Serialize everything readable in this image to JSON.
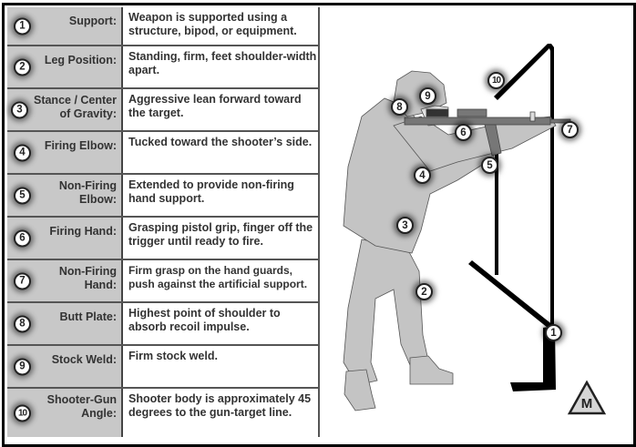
{
  "table": {
    "rows": [
      {
        "num": "1",
        "label": "Support:",
        "description": "Weapon is supported using a structure, bipod, or equipment."
      },
      {
        "num": "2",
        "label": "Leg Position:",
        "description": "Standing, firm, feet shoulder-width apart."
      },
      {
        "num": "3",
        "label": "Stance / Center of Gravity:",
        "description": "Aggressive lean forward toward the target."
      },
      {
        "num": "4",
        "label": "Firing Elbow:",
        "description": "Tucked toward the shooter’s side."
      },
      {
        "num": "5",
        "label": "Non-Firing Elbow:",
        "description": "Extended to provide non-firing hand support."
      },
      {
        "num": "6",
        "label": "Firing Hand:",
        "description": "Grasping pistol grip, finger off the trigger until ready to fire."
      },
      {
        "num": "7",
        "label": "Non-Firing Hand:",
        "description": "Firm grasp on the hand guards, push against the artificial support."
      },
      {
        "num": "8",
        "label": "Butt Plate:",
        "description": "Highest point of shoulder to absorb recoil impulse."
      },
      {
        "num": "9",
        "label": "Stock Weld:",
        "description": "Firm stock weld."
      },
      {
        "num": "10",
        "label": "Shooter-Gun Angle:",
        "description": "Shooter body is approximately 45 degrees to the gun-target line."
      }
    ]
  },
  "illustration": {
    "callouts": [
      "1",
      "2",
      "3",
      "4",
      "5",
      "6",
      "7",
      "8",
      "9",
      "10"
    ],
    "mark_letter": "M"
  },
  "colors": {
    "label_bg": "#c8c8c8",
    "uniform": "#c4c4c4",
    "support": "#000000"
  }
}
